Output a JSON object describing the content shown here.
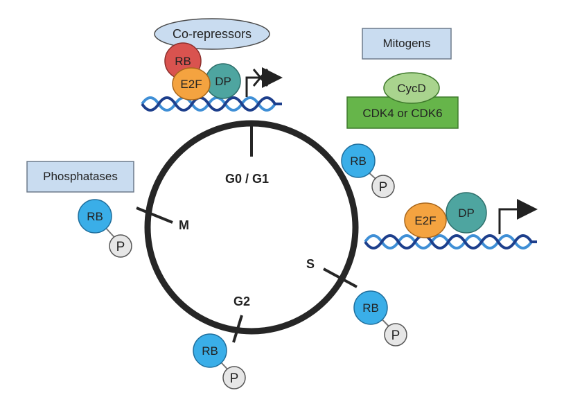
{
  "labels": {
    "corepressors": "Co-repressors",
    "mitogens": "Mitogens",
    "phosphatases": "Phosphatases",
    "cycd": "CycD",
    "cdk": "CDK4 or CDK6",
    "rb": "RB",
    "e2f": "E2F",
    "dp": "DP",
    "p": "P"
  },
  "phases": {
    "g0g1": "G0 / G1",
    "m": "M",
    "s": "S",
    "g2": "G2"
  },
  "colors": {
    "rb_repressed": "#d9534f",
    "rb_phospho": "#3aaee8",
    "e2f": "#f4a340",
    "dp": "#4ea5a0",
    "p_circle": "#e6e6e6",
    "cdk_box": "#66b54a",
    "cycd": "#a9d48e",
    "label_box": "#c9dcf0",
    "corepressor": "#c9dcf0",
    "cycle_ring": "#262626",
    "dna_dark": "#1d3f8c",
    "dna_light": "#3f8fd6"
  }
}
